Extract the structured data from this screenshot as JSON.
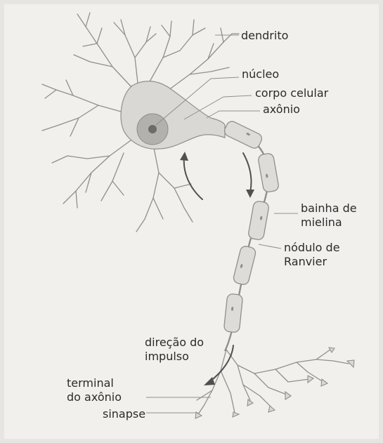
{
  "labels": {
    "dendrito": "dendrito",
    "nucleo": "núcleo",
    "corpo_celular": "corpo celular",
    "axonio": "axônio",
    "bainha_de_mielina": [
      "bainha de",
      "mielina"
    ],
    "nodulo_de_ranvier": [
      "nódulo de",
      "Ranvier"
    ],
    "direcao_do_impulso": [
      "direção do",
      "impulso"
    ],
    "terminal_do_axonio": [
      "terminal",
      "do axônio"
    ],
    "sinapse": "sinapse"
  },
  "colors": {
    "background": "#e7e5e2",
    "cell_fill": "#d9d8d5",
    "outline": "#8f8f8c",
    "nucleus": "#b3b1ad",
    "nucleolus": "#6d6b68",
    "text": "#2b2b2b"
  }
}
